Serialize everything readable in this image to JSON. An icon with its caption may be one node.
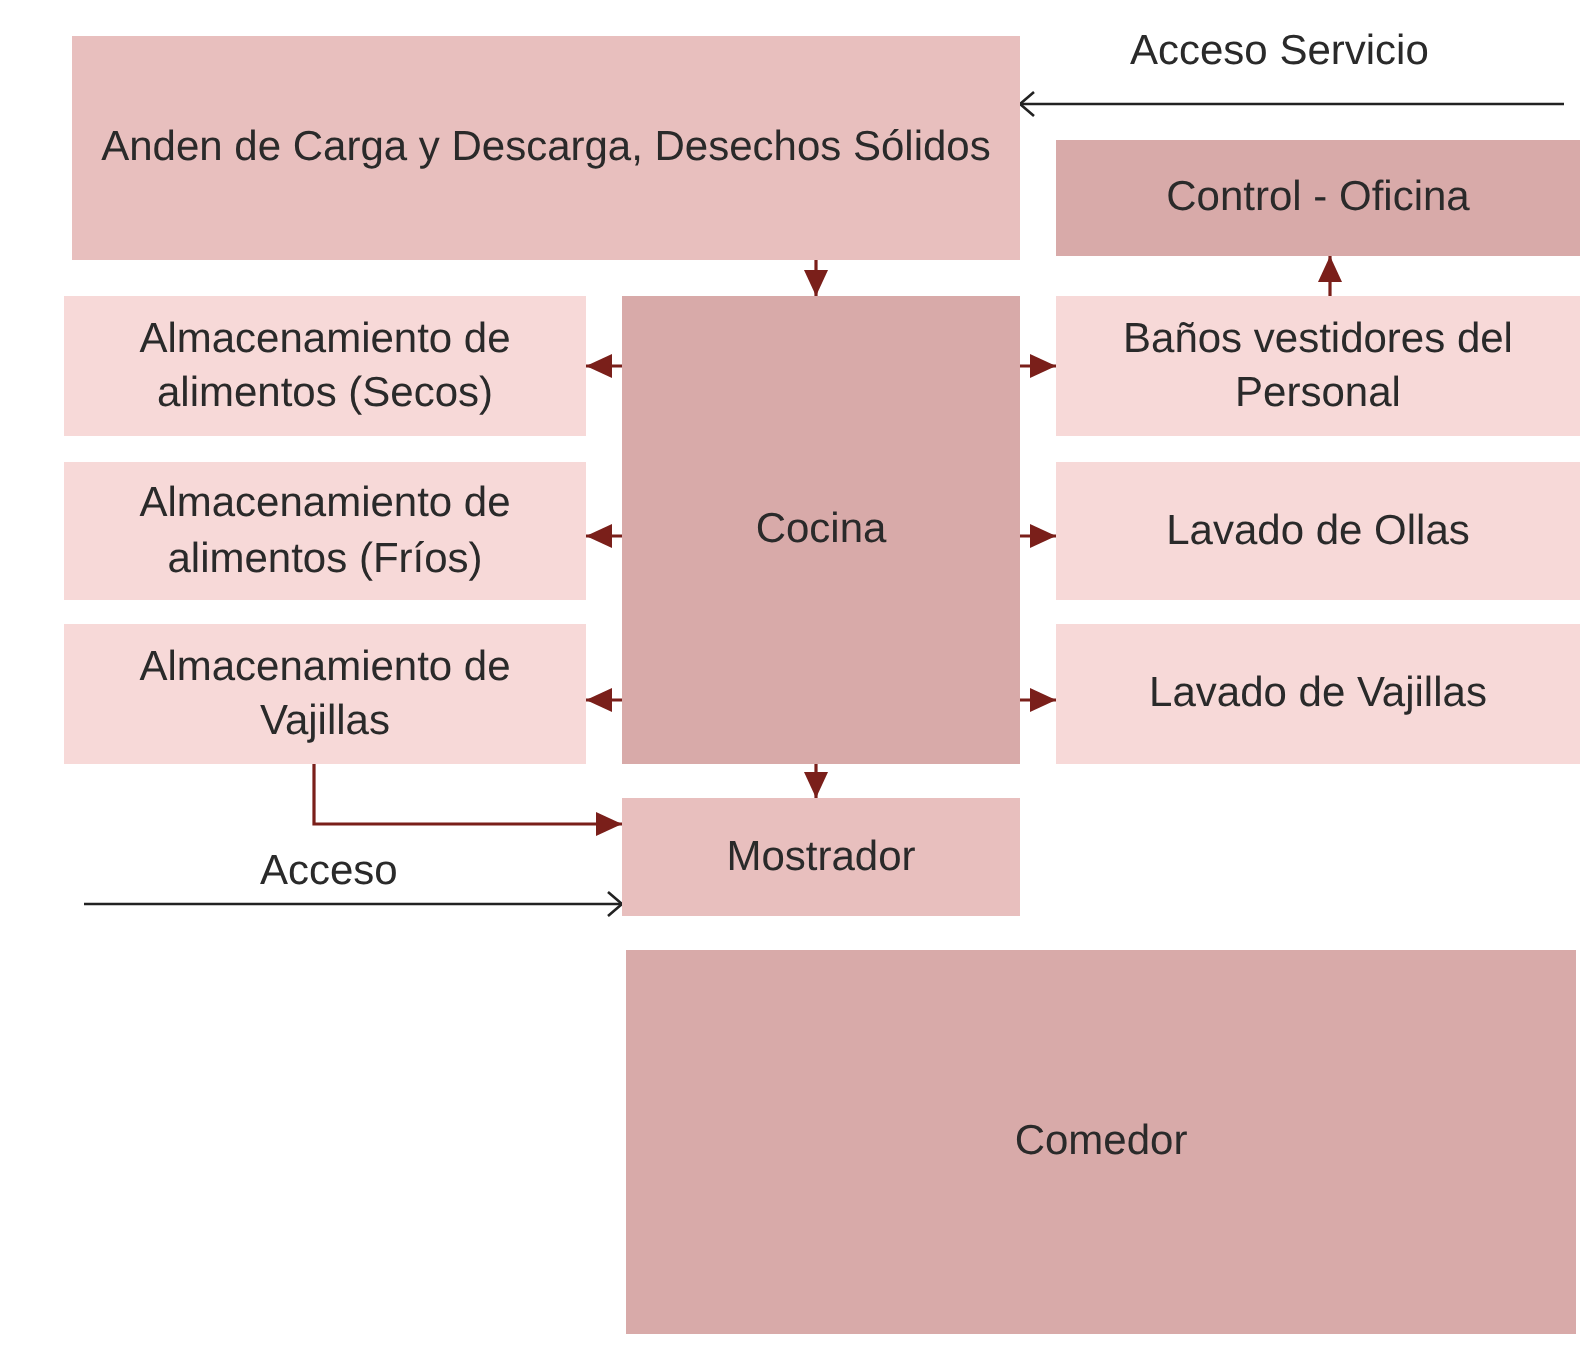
{
  "diagram": {
    "nodes": [
      {
        "text": [
          "Anden  de Carga y Descarga, Desechos Sólidos"
        ]
      },
      {
        "text": [
          "Control - Oficina"
        ]
      },
      {
        "text": [
          "Almacenamiento de alimentos (Secos)"
        ]
      },
      {
        "text": [
          "Cocina"
        ]
      },
      {
        "text": [
          "Baños vestidores del Personal"
        ]
      },
      {
        "text": [
          "Almacenamiento de alimentos (Fríos)"
        ]
      },
      {
        "text": [
          "Lavado de Ollas"
        ]
      },
      {
        "text": [
          "Almacenamiento de Vajillas"
        ]
      },
      {
        "text": [
          "Lavado de Vajillas"
        ]
      },
      {
        "text": [
          "Mostrador"
        ]
      },
      {
        "text": [
          "Comedor"
        ]
      }
    ],
    "edges": [
      {
        "from": 0,
        "to": 3,
        "arrow": "to"
      },
      {
        "from": 3,
        "to": 2,
        "arrow": "to"
      },
      {
        "from": 3,
        "to": 5,
        "arrow": "to"
      },
      {
        "from": 3,
        "to": 7,
        "arrow": "to"
      },
      {
        "from": 3,
        "to": 4,
        "arrow": "to"
      },
      {
        "from": 3,
        "to": 6,
        "arrow": "to"
      },
      {
        "from": 3,
        "to": 8,
        "arrow": "to"
      },
      {
        "from": 3,
        "to": 9,
        "arrow": "to"
      },
      {
        "from": 4,
        "to": 1,
        "arrow": "to"
      },
      {
        "from": 7,
        "to": 9,
        "arrow": "to"
      },
      {
        "from": null,
        "to": 0,
        "arrow": "to",
        "label": "Acceso Servicio",
        "color": "#222222"
      },
      {
        "from": null,
        "to": 9,
        "arrow": "to",
        "label": "Acceso",
        "color": "#222222"
      }
    ]
  }
}
